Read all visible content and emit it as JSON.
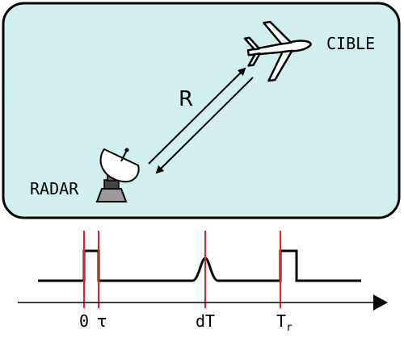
{
  "labels": {
    "target": "CIBLE",
    "radar": "RADAR",
    "range": "R"
  },
  "timeline": {
    "t0": "0",
    "tau": "τ",
    "dT": "dT",
    "tr_main": "T",
    "tr_sub": "r"
  },
  "colors": {
    "scene_fill": "#d2eff0",
    "outline": "#000000",
    "marker": "#e8202a",
    "dish": "#ffffff",
    "base": "#9a9a9a"
  }
}
